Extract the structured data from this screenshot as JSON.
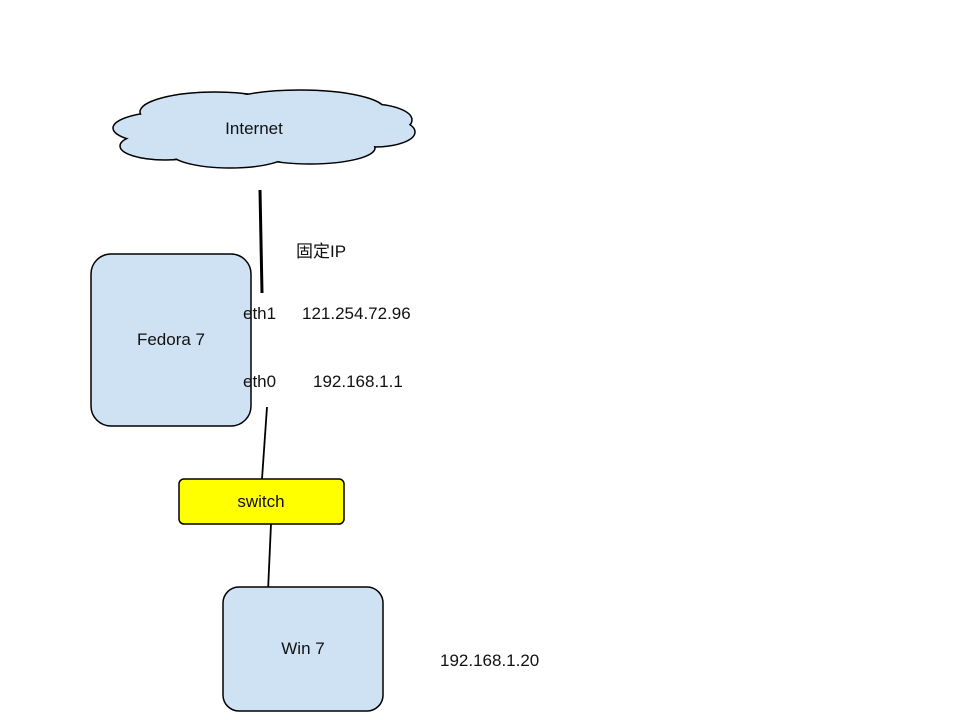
{
  "internet": {
    "label": "Internet"
  },
  "fedora": {
    "label": "Fedora 7",
    "eth1": {
      "name": "eth1",
      "ip": "121.254.72.96"
    },
    "eth0": {
      "name": "eth0",
      "ip": "192.168.1.1"
    }
  },
  "static_ip_label": "固定IP",
  "switch": {
    "label": "switch"
  },
  "win": {
    "label": "Win 7",
    "ip": "192.168.1.20"
  },
  "colors": {
    "node_fill": "#cfe2f3",
    "switch_fill": "#ffff00",
    "stroke": "#000000"
  }
}
